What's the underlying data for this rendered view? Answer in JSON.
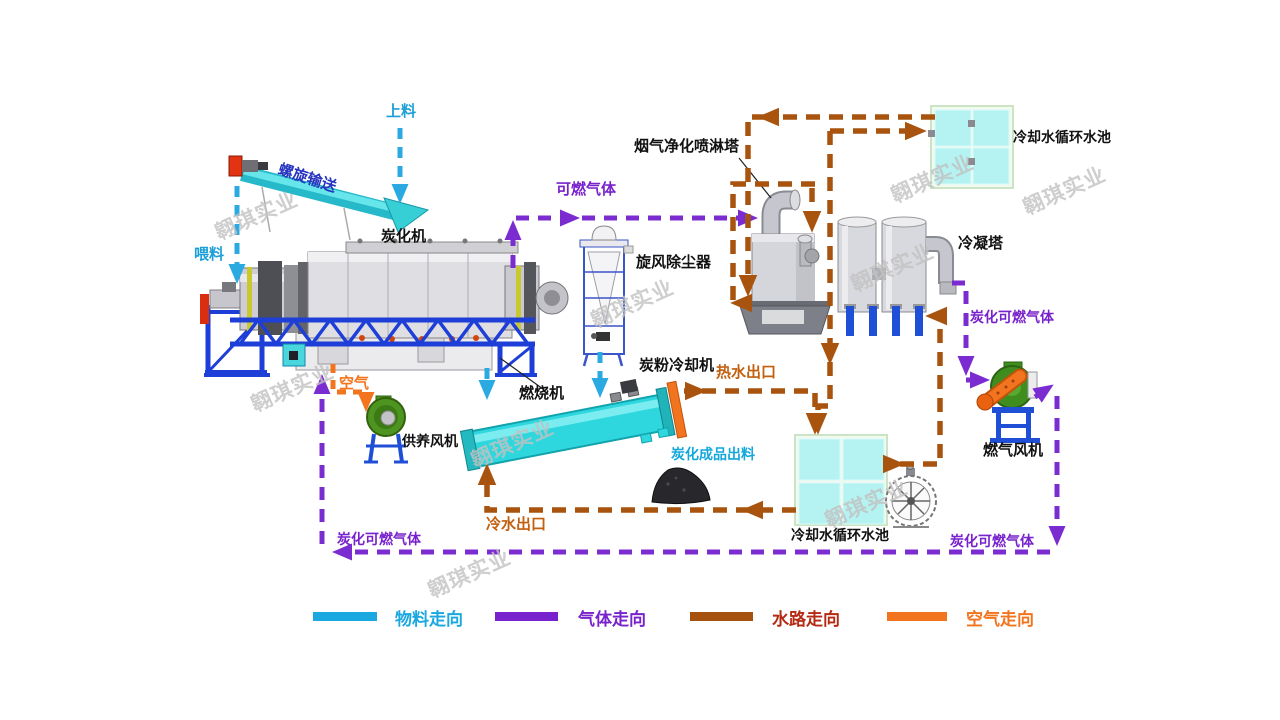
{
  "page": {
    "kind": "carbonization-process-flow-diagram",
    "background": "#FFFFFF"
  },
  "watermark": {
    "text": "翱琪实业"
  },
  "equipment_labels": {
    "screw_conveyor": "螺旋输送",
    "carbonizer": "炭化机",
    "cyclone_dust_collector": "旋风除尘器",
    "flue_gas_spray_tower": "烟气净化喷淋塔",
    "condensing_tower": "冷凝塔",
    "cooling_pool_top": "冷却水循环水池",
    "powder_cooler": "炭粉冷却机",
    "burner": "燃烧机",
    "oxygen_supply_fan": "供养风机",
    "gas_fan": "燃气风机",
    "cooling_pool_bottom": "冷却水循环水池"
  },
  "flow_labels": {
    "feed_up": "上料",
    "feed_in": "喂料",
    "combustible_gas": "可燃气体",
    "carbonized_gas_right": "炭化可燃气体",
    "carbonized_gas_bottom_right": "炭化可燃气体",
    "carbonized_gas_bottom_left": "炭化可燃气体",
    "air": "空气",
    "hot_water_outlet": "热水出口",
    "cold_water_outlet": "冷水出口",
    "product_discharge": "炭化成品出料"
  },
  "legend": {
    "items": [
      {
        "label": "物料走向",
        "color": "#1BA7E0"
      },
      {
        "label": "气体走向",
        "color": "#7722CC"
      },
      {
        "label": "水路走向",
        "color": "#A6520E",
        "text_color": "#B42A12"
      },
      {
        "label": "空气走向",
        "color": "#F3741F"
      }
    ]
  },
  "flow_colors": {
    "material": "#2BAAE2",
    "gas": "#7B2CD1",
    "water": "#A9540E",
    "air": "#F3741F"
  }
}
